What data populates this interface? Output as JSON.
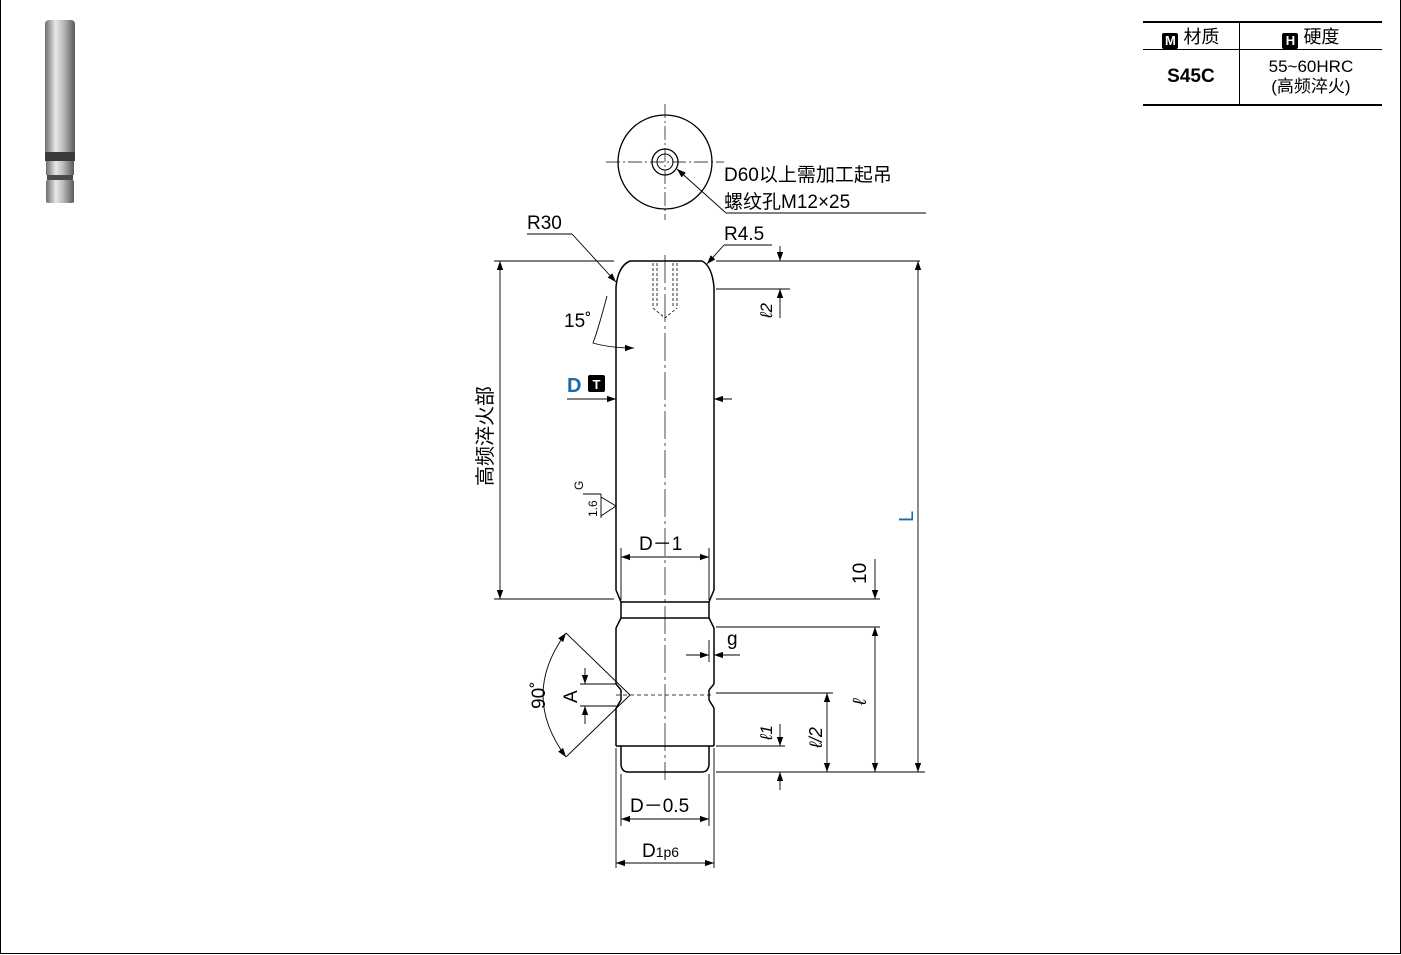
{
  "spec_table": {
    "material_badge": "M",
    "material_header": "材质",
    "hardness_badge": "H",
    "hardness_header": "硬度",
    "material_value": "S45C",
    "hardness_value_line1": "55~60HRC",
    "hardness_value_line2": "(高频淬火)"
  },
  "drawing": {
    "note_line1": "D60以上需加工起吊",
    "note_line2": "螺纹孔M12×25",
    "r30": "R30",
    "r45": "R4.5",
    "l2": "ℓ2",
    "angle15": "15˚",
    "d_label": "D",
    "t_badge": "T",
    "hardened_zone": "高频淬火部",
    "surface_value": "1.6",
    "surface_grade": "G",
    "L": "L",
    "d_minus_1": "D－1",
    "ten": "10",
    "g": "g",
    "angle90": "90˚",
    "A": "A",
    "l": "ℓ",
    "l1": "ℓ1",
    "l_half": "ℓ/2",
    "d_minus_05": "D－0.5",
    "d1p6_main": "D",
    "d1p6_sub": "1p6"
  },
  "colors": {
    "accent": "#1a6aa8",
    "line": "#000000"
  }
}
